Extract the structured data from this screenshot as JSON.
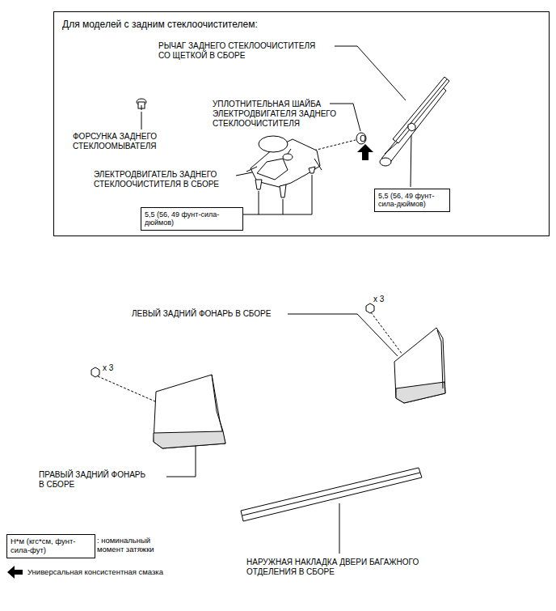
{
  "diagram": {
    "nodes": [
      {
        "text": [
          "Для моделей с задним стеклоочистителем:"
        ]
      },
      {
        "text": [
          "5,5 (56, 49 фунт-сила-дюймов)"
        ],
        "in": 0
      },
      {
        "text": [
          "5,5 (56, 49 фунт-сила-дюймов)"
        ],
        "in": 0
      },
      {
        "text": [
          "Н*м (кгс*см, фунт-сила-фут)"
        ]
      }
    ],
    "labels": [
      "РЫЧАГ ЗАДНЕГО СТЕКЛООЧИСТИТЕЛЯ СО ЩЕТКОЙ В СБОРЕ",
      "УПЛОТНИТЕЛЬНАЯ ШАЙБА ЭЛЕКТРОДВИГАТЕЛЯ ЗАДНЕГО СТЕКЛООЧИСТИТЕЛЯ",
      "ФОРСУНКА ЗАДНЕГО СТЕКЛООМЫВАТЕЛЯ",
      "ЭЛЕКТРОДВИГАТЕЛЬ ЗАДНЕГО СТЕКЛООЧИСТИТЕЛЯ В СБОРЕ",
      "ЛЕВЫЙ ЗАДНИЙ ФОНАРЬ В СБОРЕ",
      "x 3",
      "x 3",
      "ПРАВЫЙ ЗАДНИЙ ФОНАРЬ В СБОРЕ",
      "НАРУЖНАЯ НАКЛАДКА ДВЕРИ БАГАЖНОГО ОТДЕЛЕНИЯ В СБОРЕ"
    ],
    "legend": [
      {
        "text": ": номинальный момент затяжки"
      },
      {
        "text": "Универсальная консистентная смазка"
      }
    ]
  }
}
